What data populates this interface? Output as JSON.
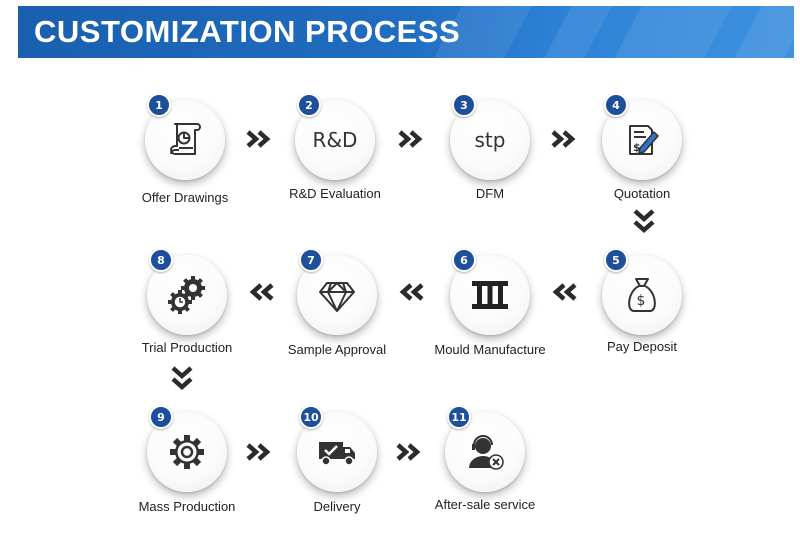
{
  "banner": {
    "title": "CUSTOMIZATION PROCESS"
  },
  "steps": [
    {
      "num": "1",
      "label": "Offer Drawings",
      "icon": "drawing-document-icon"
    },
    {
      "num": "2",
      "label": "R&D Evaluation",
      "text": "R&D"
    },
    {
      "num": "3",
      "label": "DFM",
      "text": "stp"
    },
    {
      "num": "4",
      "label": "Quotation",
      "icon": "quotation-pen-icon"
    },
    {
      "num": "5",
      "label": "Pay Deposit",
      "icon": "money-bag-icon"
    },
    {
      "num": "6",
      "label": "Mould Manufacture",
      "icon": "mould-icon"
    },
    {
      "num": "7",
      "label": "Sample Approval",
      "icon": "diamond-icon"
    },
    {
      "num": "8",
      "label": "Trial Production",
      "icon": "gears-icon"
    },
    {
      "num": "9",
      "label": "Mass Production",
      "icon": "gear-icon"
    },
    {
      "num": "10",
      "label": "Delivery",
      "icon": "truck-icon"
    },
    {
      "num": "11",
      "label": "After-sale service",
      "icon": "support-agent-icon"
    }
  ],
  "colors": {
    "banner": "#1f6cc0",
    "badge": "#1d4f9a",
    "arrow": "#2b2b2b"
  }
}
